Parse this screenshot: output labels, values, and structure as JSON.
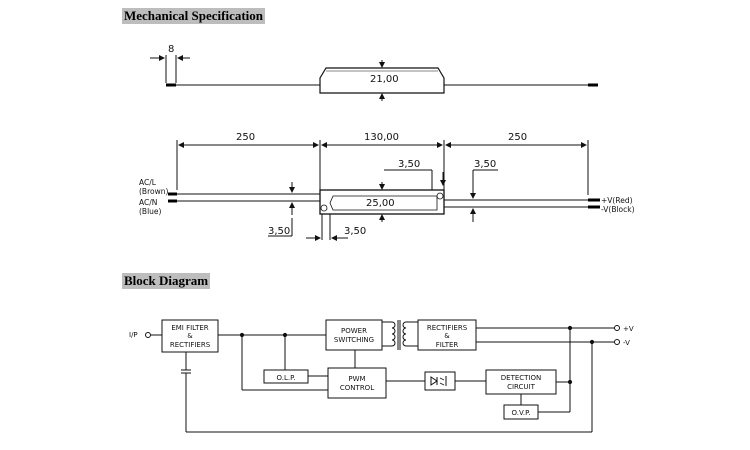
{
  "headings": {
    "mechanical": "Mechanical Specification",
    "block": "Block Diagram"
  },
  "mechanical": {
    "top_view": {
      "lead_strip": "8",
      "case_width": "21,00"
    },
    "side_view": {
      "lead_left": "250",
      "case_length": "130,00",
      "lead_right": "250",
      "case_height": "25,00",
      "offset_top_left": "3,50",
      "offset_top_right": "3,50",
      "offset_bottom_left": "3,50",
      "offset_bottom_right": "3,50",
      "wire_labels_left": [
        "AC/L",
        "(Brown)",
        "AC/N",
        "(Blue)"
      ],
      "wire_labels_right": [
        "+V(Red)",
        "-V(Block)"
      ]
    }
  },
  "block_diagram": {
    "input": "I/P",
    "emi": [
      "EMI FILTER",
      "&",
      "RECTIFIERS"
    ],
    "power": [
      "POWER",
      "SWITCHING"
    ],
    "rect": [
      "RECTIFIERS",
      "&",
      "FILTER"
    ],
    "olp": "O.L.P.",
    "pwm": [
      "PWM",
      "CONTROL"
    ],
    "detect": [
      "DETECTION",
      "CIRCUIT"
    ],
    "ovp": "O.V.P.",
    "out_pos": "+V",
    "out_neg": "-V"
  }
}
